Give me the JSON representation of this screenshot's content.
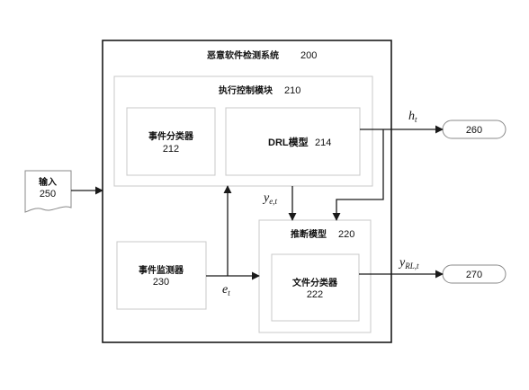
{
  "system": {
    "title": "恶意软件检测系统",
    "number": "200"
  },
  "execution_control": {
    "title": "执行控制模块",
    "number": "210"
  },
  "event_classifier": {
    "title": "事件分类器",
    "number": "212"
  },
  "drl_model": {
    "title": "DRL模型",
    "number": "214"
  },
  "inference_model": {
    "title": "推断模型",
    "number": "220"
  },
  "file_classifier": {
    "title": "文件分类器",
    "number": "222"
  },
  "event_monitor": {
    "title": "事件监测器",
    "number": "230"
  },
  "input": {
    "title": "输入",
    "number": "250"
  },
  "outputs": {
    "h": "260",
    "y_rl": "270"
  },
  "labels": {
    "h_main": "h",
    "h_sub": "t",
    "y_e_main": "y",
    "y_e_sub": "e,t",
    "e_main": "e",
    "e_sub": "t",
    "y_rl_main": "y",
    "y_rl_sub": "RL,t"
  },
  "colors": {
    "line": "#1a1a1a",
    "inner_border": "#c8c8c8"
  }
}
